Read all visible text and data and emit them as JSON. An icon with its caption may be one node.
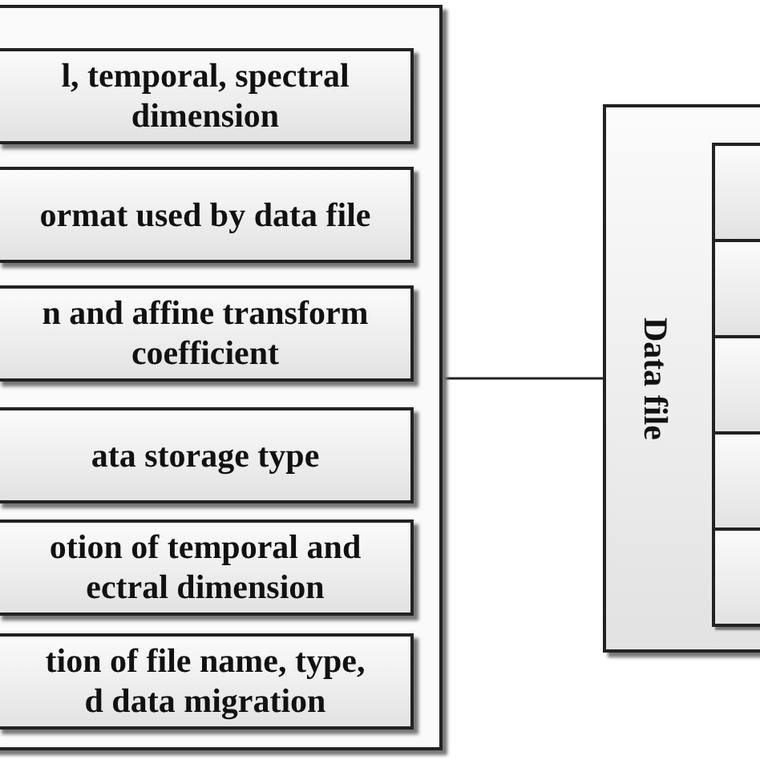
{
  "diagram": {
    "nodes": [
      {
        "text": [],
        "shape": "box"
      },
      {
        "text": [
          "l, temporal, spectral dimension"
        ],
        "in": 0
      },
      {
        "text": [
          "ormat used by data file"
        ],
        "in": 0
      },
      {
        "text": [
          "n and affine transform coefficient"
        ],
        "in": 0
      },
      {
        "text": [
          "ata storage type"
        ],
        "in": 0
      },
      {
        "text": [
          "otion of temporal and ectral dimension"
        ],
        "in": 0
      },
      {
        "text": [
          "tion of file name, type, d data migration"
        ],
        "in": 0
      },
      {
        "text": [
          "Data file"
        ]
      },
      {
        "text": [],
        "shape": "box",
        "in": 7
      },
      {
        "text": [],
        "shape": "box",
        "in": 7
      },
      {
        "text": [],
        "shape": "box",
        "in": 7
      },
      {
        "text": [],
        "shape": "box",
        "in": 7
      },
      {
        "text": [],
        "shape": "box",
        "in": 7
      }
    ],
    "edges": [
      {
        "from": 0,
        "to": 7,
        "arrow": "none"
      }
    ]
  }
}
